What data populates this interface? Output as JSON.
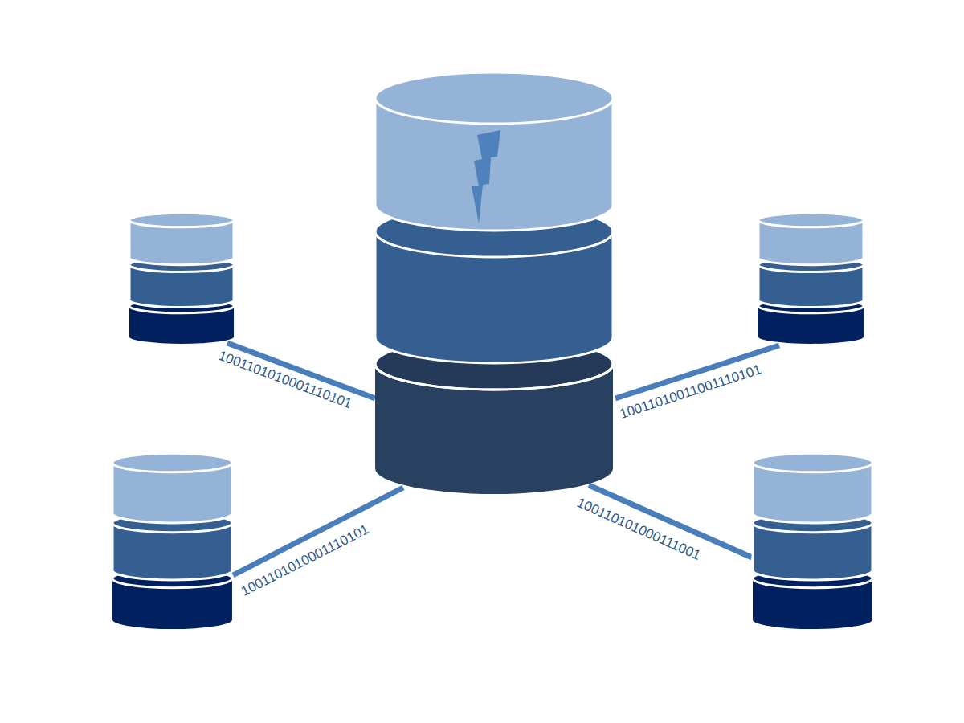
{
  "diagram": {
    "labels": [
      "1001101010001110101",
      "10011010011001110101",
      "1001101010001110101",
      "100110101000111001"
    ]
  }
}
